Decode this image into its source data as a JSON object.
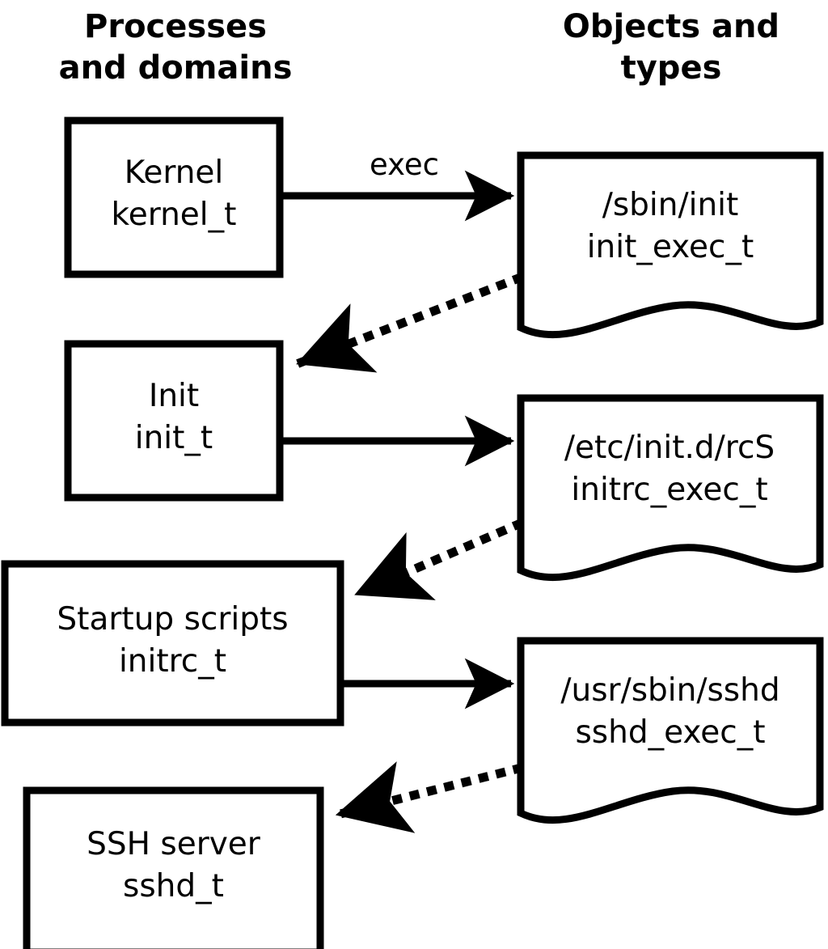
{
  "diagram": {
    "title_left": "Processes\nand domains",
    "title_right": "Objects and\ntypes",
    "colors": {
      "stroke": "#000000",
      "fill": "#ffffff",
      "text": "#000000"
    },
    "process_boxes": [
      {
        "id": "kernel",
        "label": "Kernel\nkernel_t"
      },
      {
        "id": "init",
        "label": "Init\ninit_t"
      },
      {
        "id": "initrc",
        "label": "Startup scripts\ninitrc_t"
      },
      {
        "id": "sshd",
        "label": "SSH server\nsshd_t"
      }
    ],
    "object_docs": [
      {
        "id": "init-exec",
        "label": "/sbin/init\ninit_exec_t"
      },
      {
        "id": "initrc-exec",
        "label": "/etc/init.d/rcS\ninitrc_exec_t"
      },
      {
        "id": "sshd-exec",
        "label": "/usr/sbin/sshd\nsshd_exec_t"
      }
    ],
    "edges": [
      {
        "id": "kernel-exec-init",
        "label": "exec",
        "style": "solid",
        "from": "kernel",
        "to": "init-exec"
      },
      {
        "id": "initexec-transition",
        "label": "",
        "style": "dotted",
        "from": "init-exec",
        "to": "init"
      },
      {
        "id": "init-exec-initrc",
        "label": "",
        "style": "solid",
        "from": "init",
        "to": "initrc-exec"
      },
      {
        "id": "initrcexec-transition",
        "label": "",
        "style": "dotted",
        "from": "initrc-exec",
        "to": "initrc"
      },
      {
        "id": "initrc-exec-sshd",
        "label": "",
        "style": "solid",
        "from": "initrc",
        "to": "sshd-exec"
      },
      {
        "id": "sshdexec-transition",
        "label": "",
        "style": "dotted",
        "from": "sshd-exec",
        "to": "sshd"
      }
    ]
  }
}
